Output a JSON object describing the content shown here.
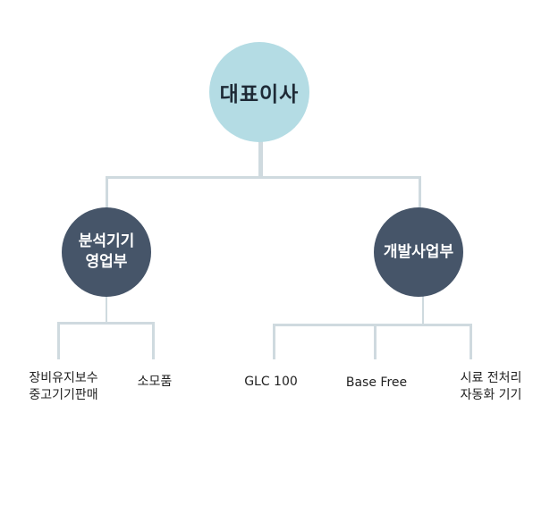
{
  "colors": {
    "root_fill": "#b4dce4",
    "root_text": "#1e2a36",
    "mid_fill": "#465569",
    "mid_text": "#ffffff",
    "connector": "#cfdadf"
  },
  "org": {
    "root": {
      "label": "대표이사"
    },
    "departments": [
      {
        "label": "분석기기\n영업부",
        "children": [
          {
            "label": "장비유지보수\n중고기기판매"
          },
          {
            "label": "소모품"
          }
        ]
      },
      {
        "label": "개발사업부",
        "children": [
          {
            "label": "GLC 100"
          },
          {
            "label": "Base Free"
          },
          {
            "label": "시료 전처리\n자동화 기기"
          }
        ]
      }
    ]
  }
}
